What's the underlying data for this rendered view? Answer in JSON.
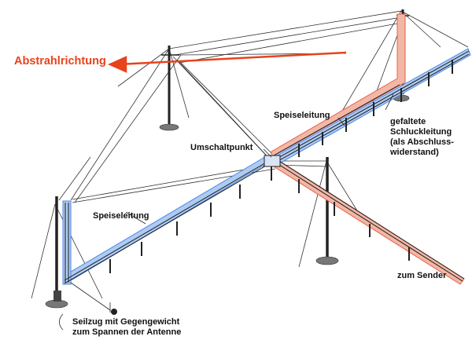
{
  "labels": {
    "direction": "Abstrahlrichtung",
    "feeder_top": "Speiseleitung",
    "feeder_left": "Speiseleitung",
    "switch_point": "Umschaltpunkt",
    "terminator_line1": "gefaltete",
    "terminator_line2": "Schluckleitung",
    "terminator_line3": "(als Abschluss-",
    "terminator_line4": "widerstand)",
    "to_transmitter": "zum Sender",
    "counterweight_line1": "Seilzug mit Gegengewicht",
    "counterweight_line2": "zum Spannen der Antenne"
  },
  "colors": {
    "direction_arrow": "#e8431c",
    "feed_line_highlight": "#4a86e8",
    "terminator_highlight": "#e8604a",
    "line_art": "#222222"
  }
}
